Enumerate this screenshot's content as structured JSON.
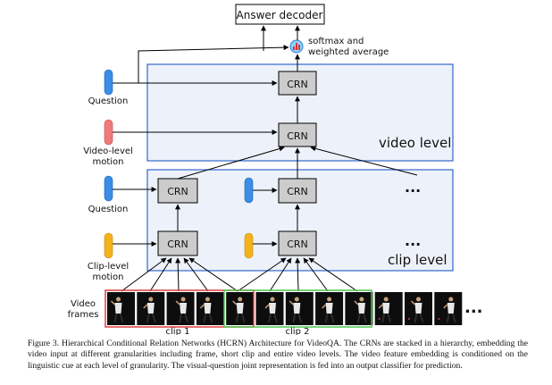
{
  "decoder": {
    "label": "Answer decoder"
  },
  "softmax": {
    "line1": "softmax and",
    "line2": "weighted average",
    "icon": "bar-chart-icon"
  },
  "levels": {
    "video": "video level",
    "clip": "clip level"
  },
  "crn_label": "CRN",
  "inputs": {
    "question_top": "Question",
    "video_motion_line1": "Video-level",
    "video_motion_line2": "motion",
    "question_clip": "Question",
    "clip_motion_line1": "Clip-level",
    "clip_motion_line2": "motion"
  },
  "frames": {
    "line1": "Video",
    "line2": "frames",
    "count": 12
  },
  "clips": {
    "clip1": "clip 1",
    "clip2": "clip 2"
  },
  "ellipsis": "...",
  "colors": {
    "question": "#3b8ee8",
    "video_motion": "#f07a7a",
    "clip_motion": "#f5b21b",
    "crn_fill": "#cccccc",
    "level_fill": "#edf2fa",
    "level_border": "#3366cc",
    "clip1_border": "#e03b3b",
    "clip2_border": "#4fc24f"
  },
  "caption": "Figure 3. Hierarchical Conditional Relation Networks (HCRN) Architecture for VideoQA. The CRNs are stacked in a hierarchy, embedding the video input at different granularities including frame, short clip and entire video levels. The video feature embedding is conditioned on the linguistic cue at each level of granularity. The visual-question joint representation is fed into an output classifier for prediction."
}
